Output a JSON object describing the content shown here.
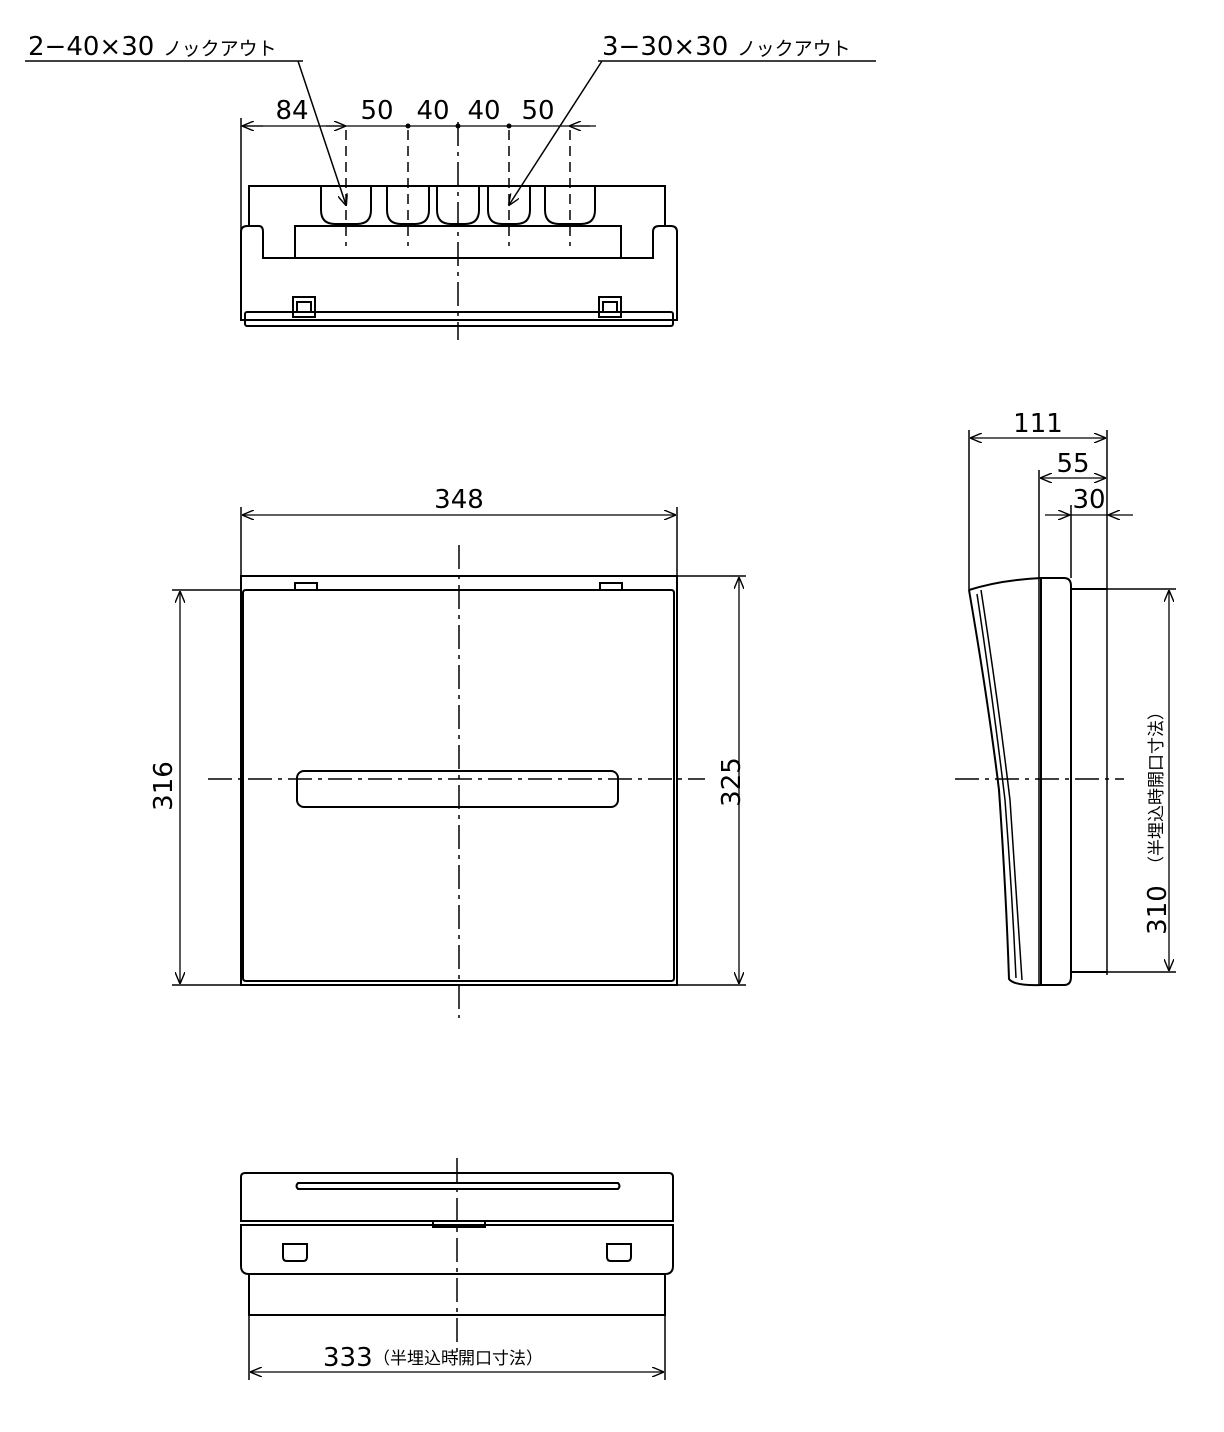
{
  "annotations": {
    "knockout_left": "2−40×30",
    "knockout_left_suffix": "ノックアウト",
    "knockout_right": "3−30×30",
    "knockout_right_suffix": "ノックアウト"
  },
  "top_view": {
    "dim_84": "84",
    "dim_50a": "50",
    "dim_40a": "40",
    "dim_40b": "40",
    "dim_50b": "50"
  },
  "front_view": {
    "width": "348",
    "height_left": "316",
    "height_right": "325"
  },
  "side_view": {
    "depth_total": "111",
    "depth_55": "55",
    "depth_30": "30",
    "opening_height": "310",
    "opening_height_note": "（半埋込時開口寸法）"
  },
  "bottom_view": {
    "opening_width": "333",
    "opening_width_note": "（半埋込時開口寸法）"
  }
}
